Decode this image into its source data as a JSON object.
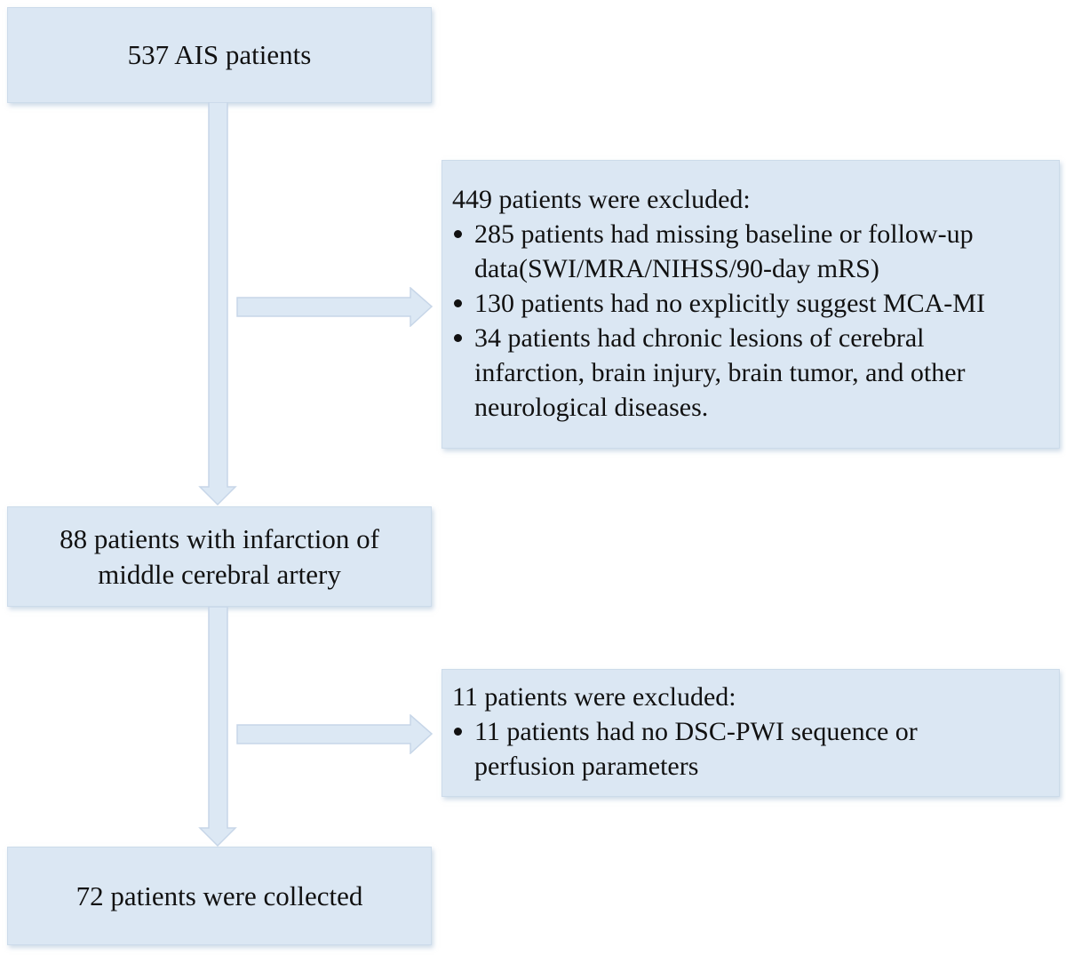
{
  "colors": {
    "page_bg": "#ffffff",
    "box_fill": "#dbe7f3",
    "box_border": "#ccdbea",
    "arrow_fill": "#dce8f4",
    "arrow_border": "#c7d6e8",
    "text": "#111111"
  },
  "flowchart": {
    "nodes": {
      "top": {
        "label": "537 AIS patients"
      },
      "middle": {
        "label": "88 patients with infarction of\nmiddle cerebral artery"
      },
      "bottom": {
        "label": "72 patients were collected"
      },
      "exclusion1": {
        "heading": "449 patients were excluded:",
        "bullets": [
          "285 patients had missing baseline or follow-up\ndata(SWI/MRA/NIHSS/90-day mRS)",
          "130 patients had no explicitly suggest MCA-MI",
          "34 patients had chronic lesions of cerebral\ninfarction, brain injury, brain tumor, and other\nneurological diseases."
        ]
      },
      "exclusion2": {
        "heading": "11 patients were excluded:",
        "bullets": [
          "11 patients had no DSC-PWI sequence or\nperfusion parameters"
        ]
      }
    }
  }
}
